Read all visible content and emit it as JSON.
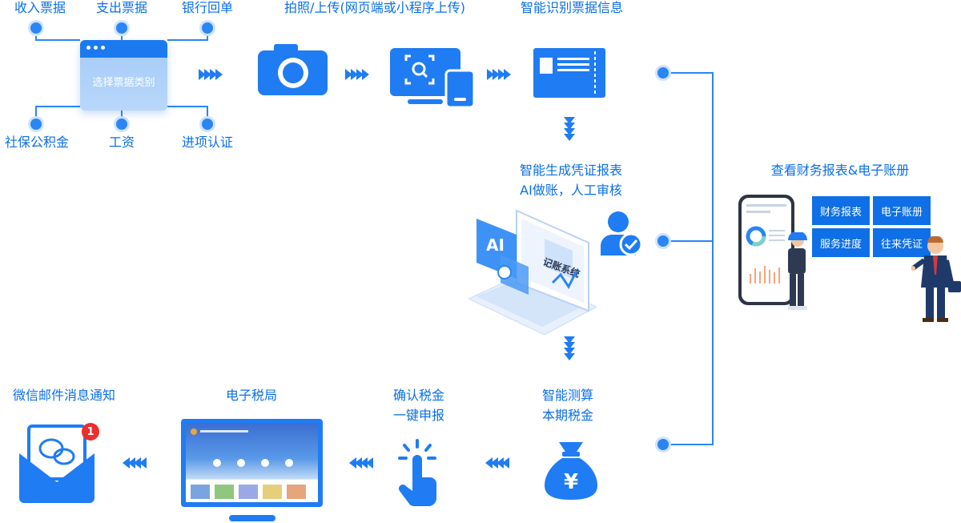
{
  "collect": {
    "top_labels": [
      "收入票据",
      "支出票据",
      "银行回单"
    ],
    "bottom_labels": [
      "社保公积金",
      "工资",
      "进项认证"
    ],
    "center_text": "选择票据类别"
  },
  "steps": {
    "upload": "拍照/上传(网页端或小程序上传)",
    "recognize": "智能识别票据信息",
    "generate_line1": "智能生成凭证报表",
    "generate_line2": "AI做账，人工审核",
    "report_title": "查看财务报表&电子账册",
    "calc_line1": "智能测算",
    "calc_line2": "本期税金",
    "confirm_line1": "确认税金",
    "confirm_line2": "一键申报",
    "tax_bureau": "电子税局",
    "notify": "微信邮件消息通知"
  },
  "report_cards": [
    "财务报表",
    "电子账册",
    "服务进度",
    "往来凭证"
  ],
  "illustration_text": {
    "ai_badge": "AI",
    "system_sign": "记账系统",
    "yuan": "¥",
    "notification_count": "1"
  },
  "colors": {
    "primary": "#0a6fe8",
    "dark_blue": "#0f6fe6",
    "badge_red": "#ee2d2d"
  },
  "icons": [
    "camera-icon",
    "scan-monitor-icon",
    "ticket-icon",
    "user-check-icon",
    "money-bag-icon",
    "tap-hand-icon",
    "wechat-mail-icon"
  ]
}
